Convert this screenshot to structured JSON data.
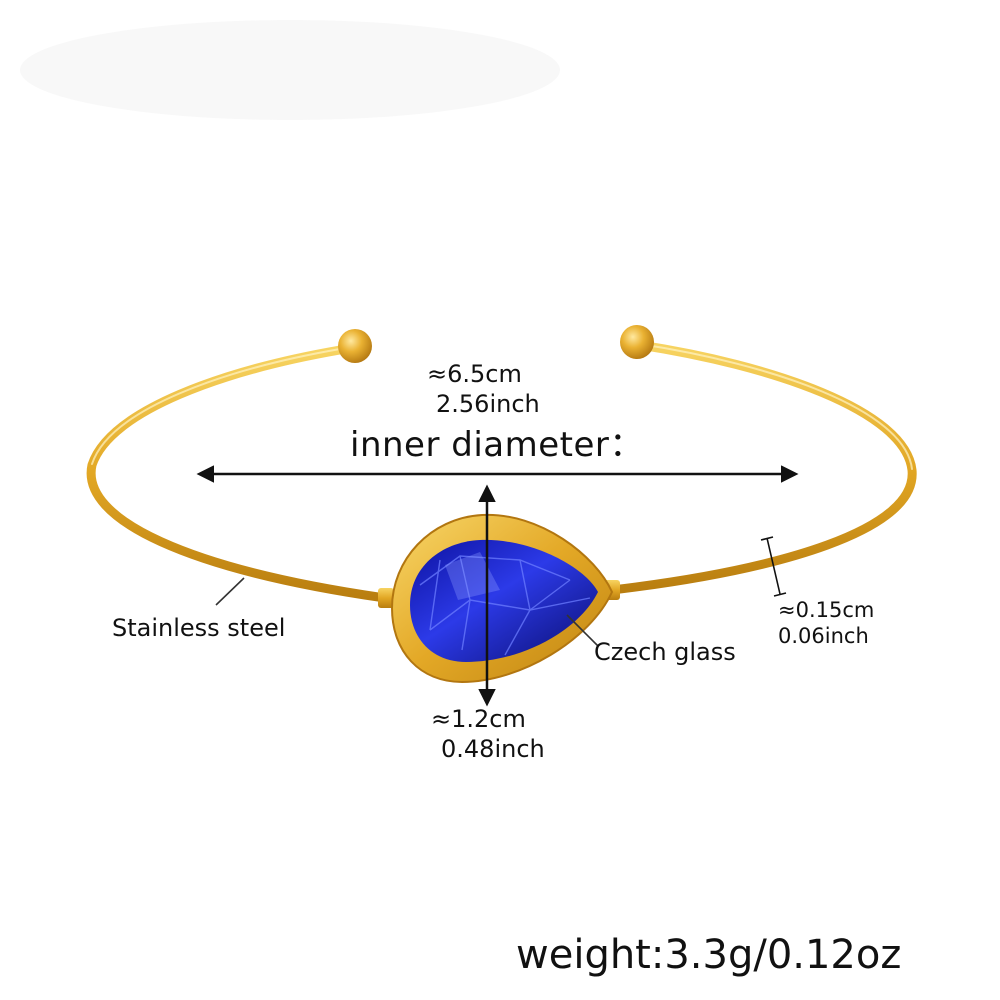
{
  "labels": {
    "inner_diameter": "inner diameter：",
    "width_cm": "≈6.5cm",
    "width_inch": "2.56inch",
    "height_cm": "≈1.2cm",
    "height_inch": "0.48inch",
    "thickness_cm": "≈0.15cm",
    "thickness_inch": "0.06inch",
    "material_band": "Stainless steel",
    "material_stone": "Czech glass",
    "weight": "weight:3.3g/0.12oz"
  },
  "colors": {
    "gold": "#e1a520",
    "gold_light": "#f6cf58",
    "gold_dark": "#b97e10",
    "stone": "#1a24c9",
    "stone_light": "#4a5cff",
    "stone_dark": "#0a0d6e",
    "ink": "#111111",
    "background": "#ffffff"
  }
}
